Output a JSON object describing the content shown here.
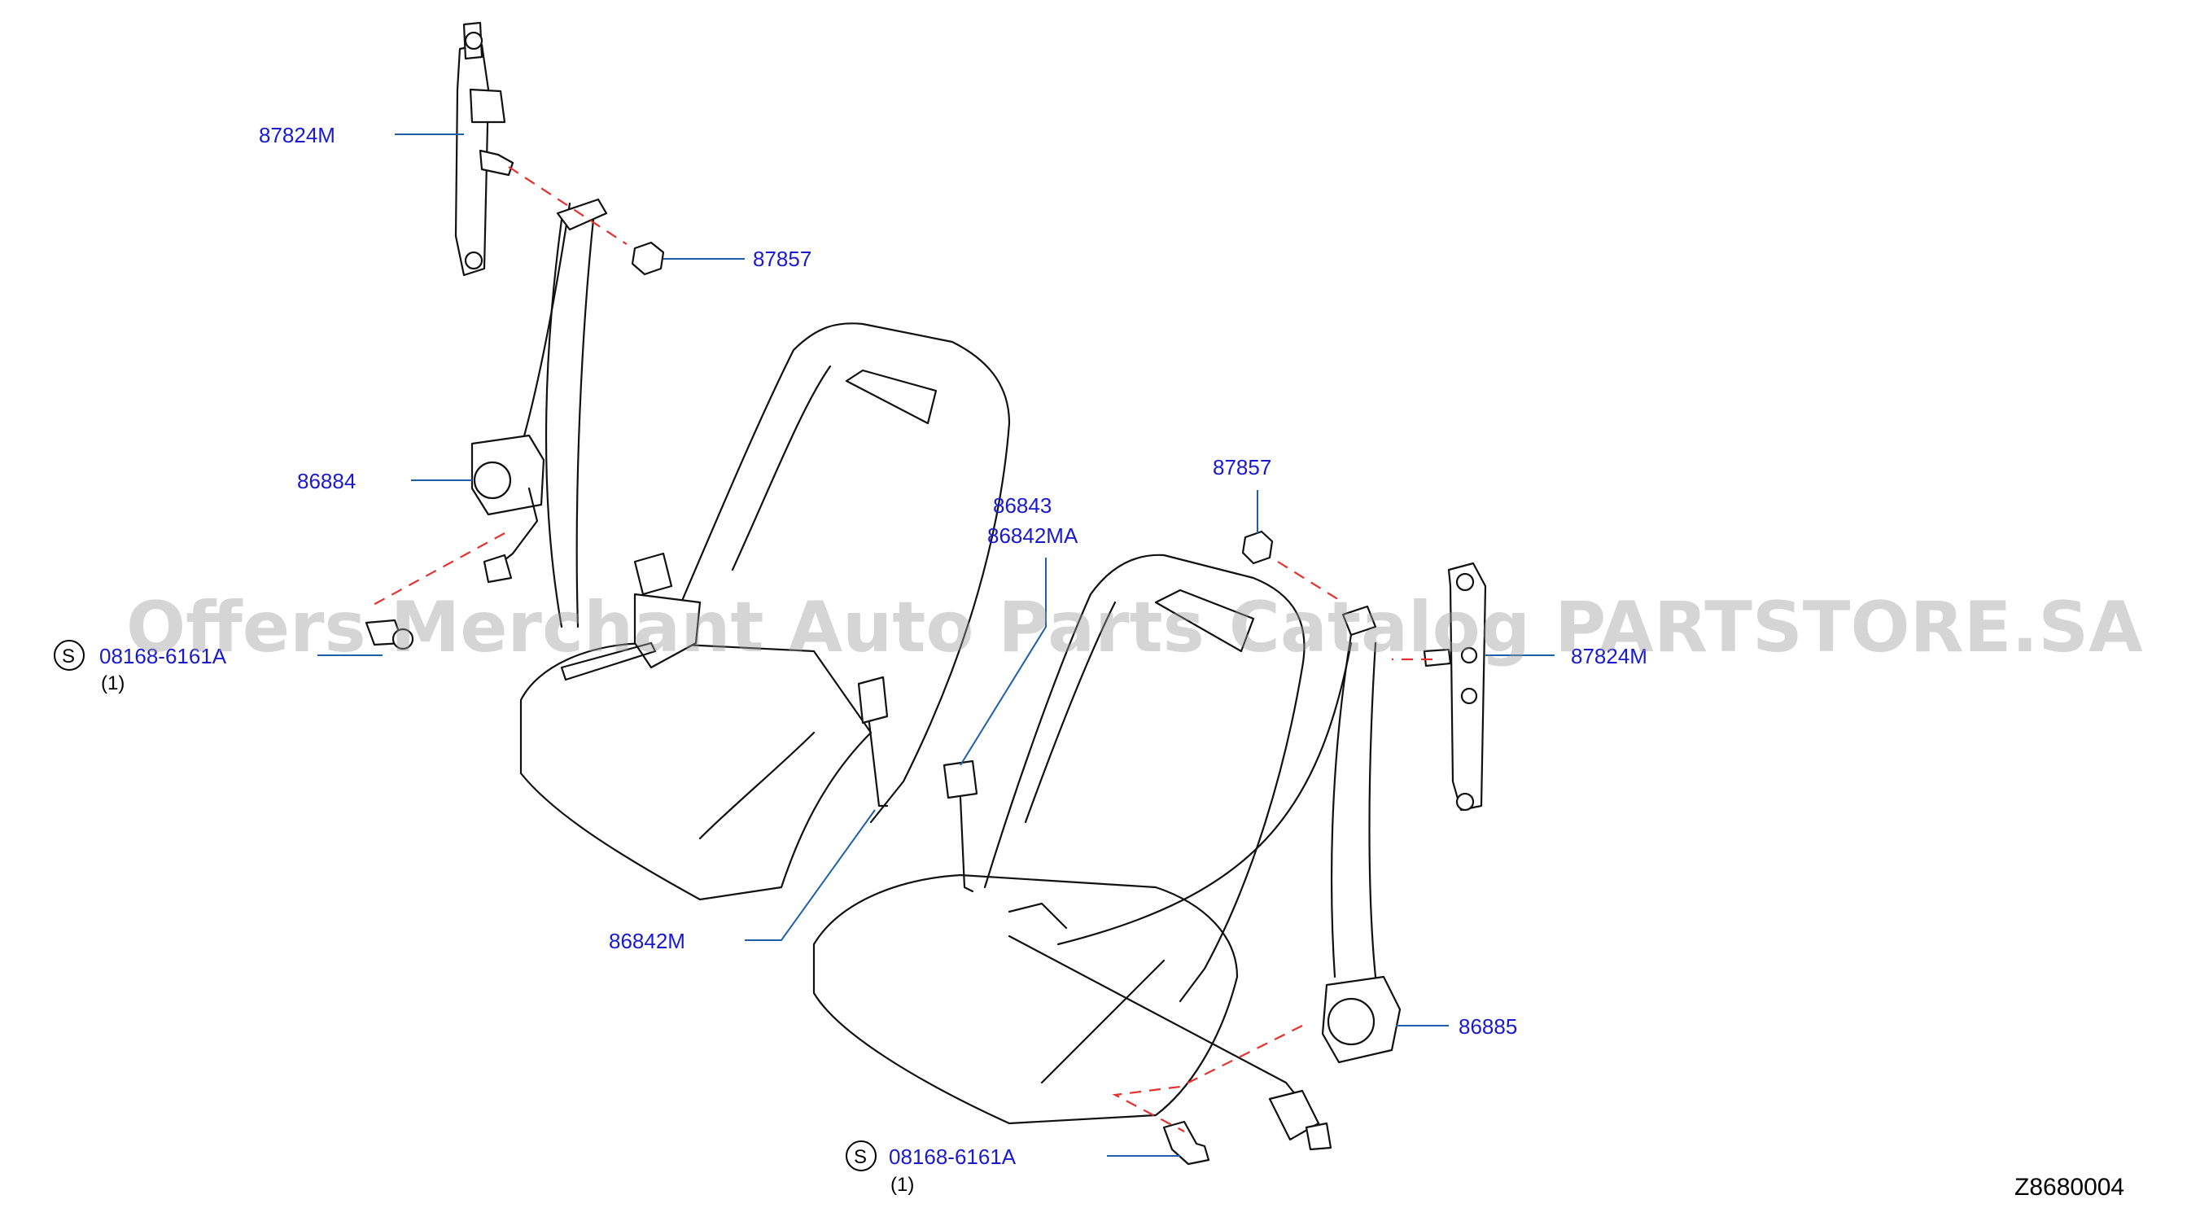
{
  "labels": {
    "p87824m_top": "87824M",
    "p87857_top": "87857",
    "p86884": "86884",
    "p08168_left": "08168-6161A",
    "qty_left": "(1)",
    "p86843": "86843",
    "p86842ma": "86842MA",
    "p87857_right": "87857",
    "p87824m_right": "87824M",
    "p86842m": "86842M",
    "p86885": "86885",
    "p08168_bottom": "08168-6161A",
    "qty_bottom": "(1)",
    "s_symbol": "S"
  },
  "diagram_code": "Z8680004",
  "watermark": "Offers Merchant Auto Parts Catalog PARTSTORE.SA",
  "colors": {
    "part_label": "#1a1acc",
    "leader": "#1e5fa8",
    "dashed_line": "#e53030",
    "drawing": "#111111"
  }
}
